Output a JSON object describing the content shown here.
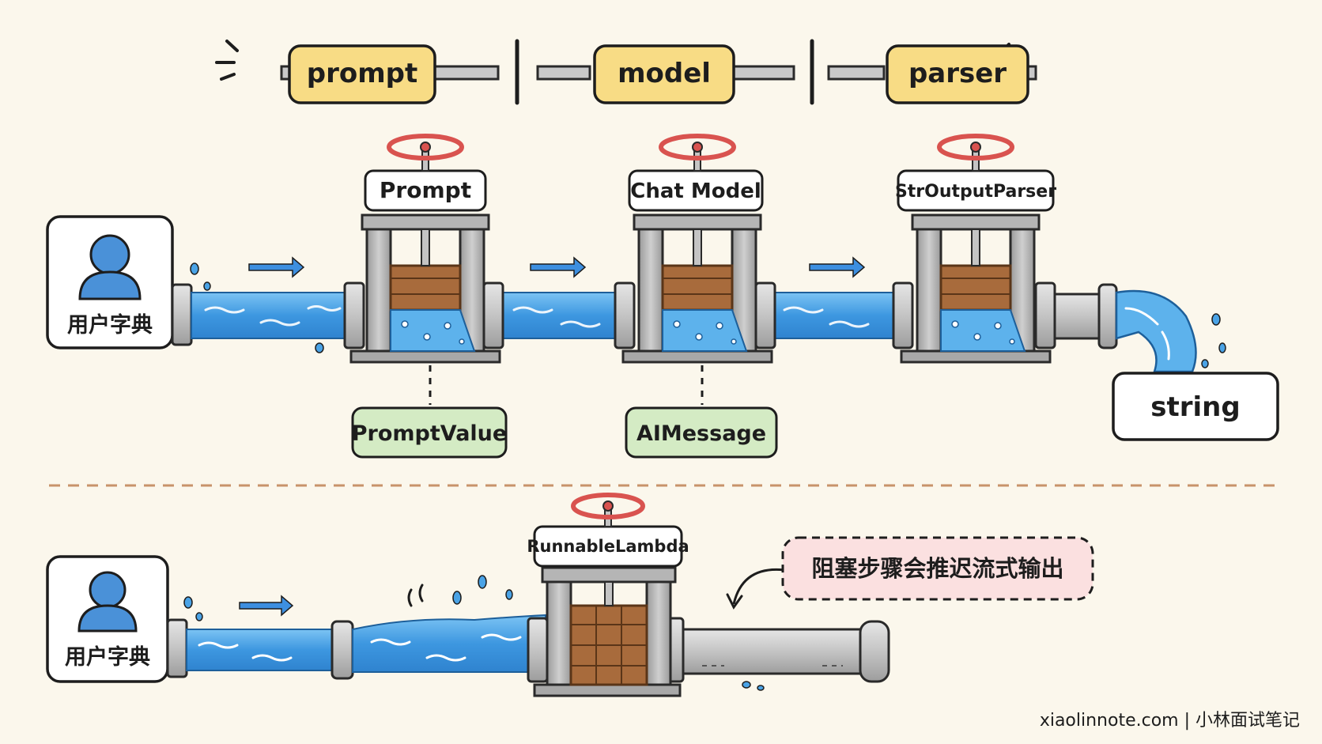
{
  "chain": {
    "items": [
      "prompt",
      "model",
      "parser"
    ]
  },
  "top_row": {
    "user_label": "用户字典",
    "valves": [
      "Prompt",
      "Chat Model",
      "StrOutputParser"
    ],
    "intermediate": [
      "PromptValue",
      "AIMessage"
    ],
    "output": "string"
  },
  "bottom_row": {
    "user_label": "用户字典",
    "valve": "RunnableLambda",
    "callout": "阻塞步骤会推迟流式输出"
  },
  "footer": {
    "credit": "xiaolinnote.com | 小林面试笔记"
  },
  "colors": {
    "background": "#fbf7ec",
    "chain_box": "#f8dc85",
    "intermediate_box": "#d4ebc4",
    "callout_box": "#fbe0e0",
    "water": "#4aa3e6",
    "user_icon": "#4a91d8",
    "valve_wheel": "#d9534f",
    "gate": "#a86b3c"
  }
}
